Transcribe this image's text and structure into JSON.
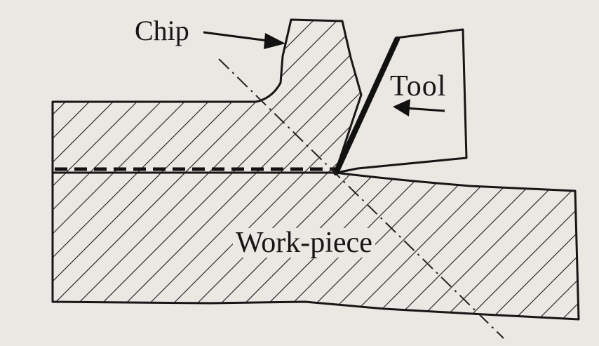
{
  "labels": {
    "chip": "Chip",
    "tool": "Tool",
    "workpiece": "Work-piece"
  },
  "colors": {
    "paper": "#ebe7e2",
    "ink": "#161616"
  }
}
